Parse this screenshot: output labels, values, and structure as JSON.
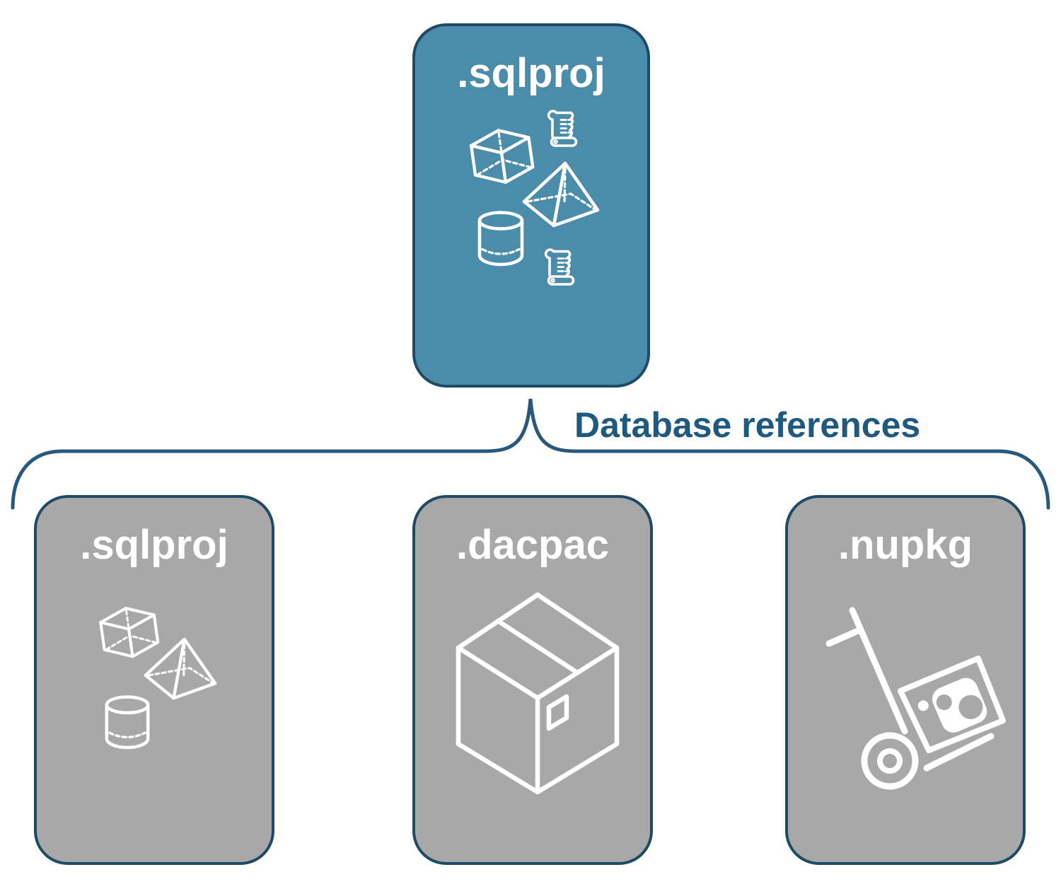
{
  "diagram": {
    "root": {
      "label": ".sqlproj",
      "icons": [
        "script-scroll-icon",
        "cube-icon",
        "pyramid-icon",
        "cylinder-icon",
        "script-scroll-icon"
      ]
    },
    "connector": {
      "label": "Database references"
    },
    "children": [
      {
        "label": ".sqlproj",
        "icons": [
          "cube-icon",
          "pyramid-icon",
          "cylinder-icon"
        ]
      },
      {
        "label": ".dacpac",
        "icons": [
          "package-box-icon"
        ]
      },
      {
        "label": ".nupkg",
        "icons": [
          "nuget-hand-truck-icon"
        ]
      }
    ],
    "colors": {
      "root_fill": "#4A8CAA",
      "child_fill": "#A8A8A8",
      "node_border": "#1E4A66",
      "connector_line": "#29587D",
      "connector_text": "#20597E",
      "icon_stroke": "#FFFFFF",
      "background": "#FFFFFF"
    }
  }
}
